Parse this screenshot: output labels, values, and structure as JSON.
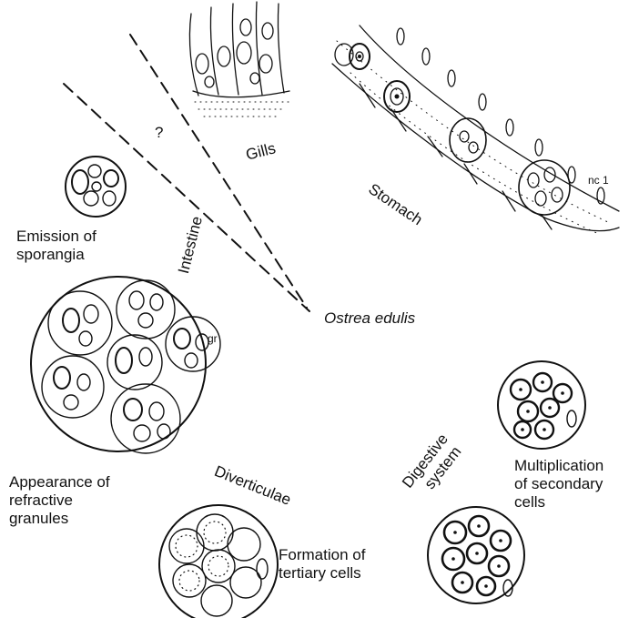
{
  "colors": {
    "ink": "#111111",
    "paper": "#ffffff"
  },
  "labels": {
    "question": "?",
    "gills": "Gills",
    "stomach": "Stomach",
    "nc1": "nc 1",
    "intestine": "Intestine",
    "emission": [
      "Emission of",
      "sporangia"
    ],
    "host": "Ostrea edulis",
    "gr": "gr",
    "appearance": [
      "Appearance of",
      "refractive",
      "granules"
    ],
    "diverticulae": "Diverticulae",
    "digestive": [
      "Digestive",
      "system"
    ],
    "multiplication": [
      "Multiplication",
      "of secondary",
      "cells"
    ],
    "formation": [
      "Formation of",
      "tertiary cells"
    ]
  }
}
